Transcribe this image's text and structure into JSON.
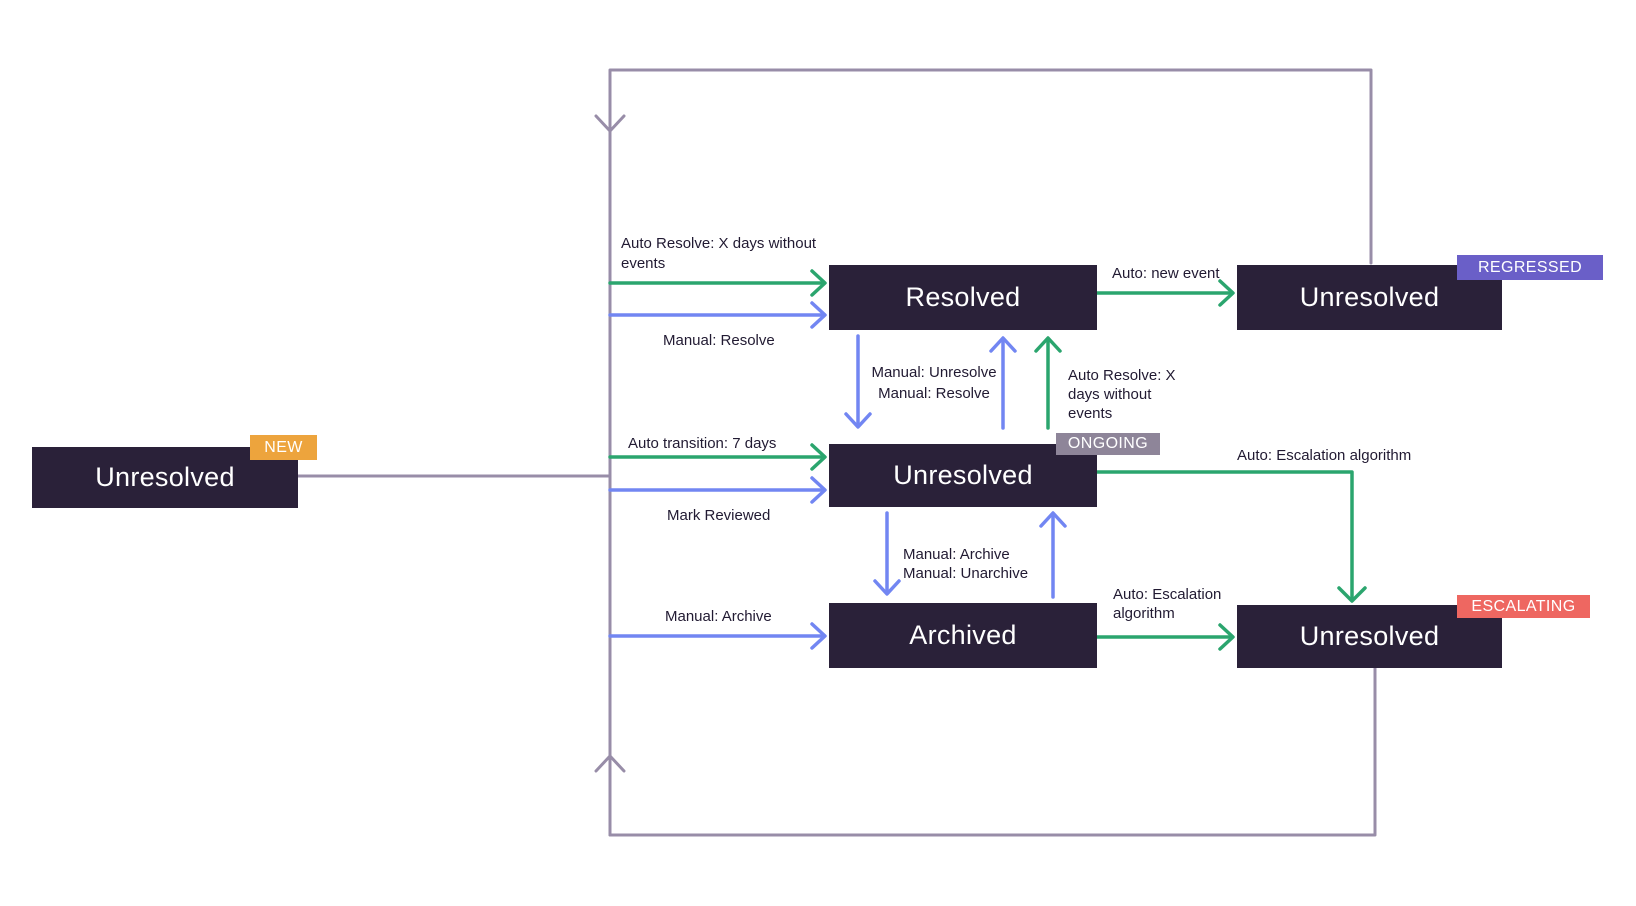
{
  "nodes": {
    "new": {
      "label": "Unresolved",
      "badge": "NEW"
    },
    "resolved": {
      "label": "Resolved"
    },
    "ongoing": {
      "label": "Unresolved",
      "badge": "ONGOING"
    },
    "archived": {
      "label": "Archived"
    },
    "regressed": {
      "label": "Unresolved",
      "badge": "REGRESSED"
    },
    "escalating": {
      "label": "Unresolved",
      "badge": "ESCALATING"
    }
  },
  "edges": {
    "auto_resolve_left": "Auto Resolve: X days without events",
    "manual_resolve_left": "Manual: Resolve",
    "auto_transition": "Auto transition: 7 days",
    "mark_reviewed": "Mark Reviewed",
    "manual_archive_left": "Manual: Archive",
    "auto_new_event": "Auto: new event",
    "manual_unresolve": "Manual: Unresolve",
    "manual_resolve_mid": "Manual: Resolve",
    "auto_resolve_mid": "Auto Resolve: X days without events",
    "auto_escalation_mid": "Auto: Escalation algorithm",
    "manual_archive_mid": "Manual: Archive",
    "manual_unarchive_mid": "Manual: Unarchive",
    "manual_archive_bottom": "Manual: Archive",
    "auto_escalation_bottom": "Auto: Escalation algorithm"
  },
  "colors": {
    "box_bg": "#2A2139",
    "box_text": "#FFFFFF",
    "green": "#2BA56E",
    "blue": "#7286F2",
    "gray": "#988DA8",
    "label_text": "#211A32",
    "badge_new": "#EDA43D",
    "badge_ongoing": "#8E8599",
    "badge_regressed": "#6A5FC8",
    "badge_escalating": "#EE6761"
  }
}
